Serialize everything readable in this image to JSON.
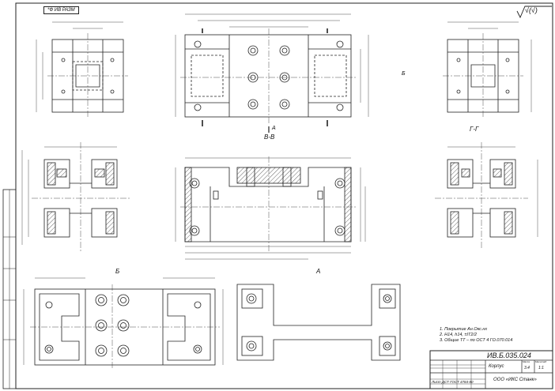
{
  "drawing": {
    "code_box": "*Ф ИВ РАЗМ",
    "roughness_symbol": "√(√)",
    "view_labels": {
      "b_b": "В-В",
      "g_g": "Г-Г",
      "a": "А",
      "b": "Б",
      "b_small": "Б",
      "a_small": "А"
    },
    "notes": [
      "1.  Покрытие Ан.Окс.нх",
      "2.  H14, h14, ±IT2/2",
      "3.  Общие ТТ – по ОСТ 4 ГО.070.014"
    ]
  },
  "title_block": {
    "designation": "ИВ.Б.035.024",
    "part_name": "Корпус",
    "material": "Лист ДСТ ГОСТ 4784-80",
    "organization": "ООО «ИКС Станк»",
    "mass": "3.4",
    "scale": "1:1",
    "sheet_label": "Лист",
    "mass_label": "Масса",
    "scale_label": "Масштаб"
  }
}
